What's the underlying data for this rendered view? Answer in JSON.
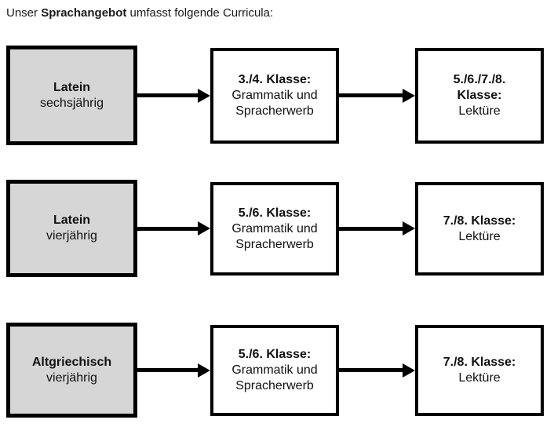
{
  "title": {
    "prefix": "Unser ",
    "emphasis": "Sprachangebot",
    "suffix": " umfasst folgende Curricula:"
  },
  "colors": {
    "background": "#ffffff",
    "source_box_fill": "#d6d6d6",
    "stage_box_fill": "#ffffff",
    "border": "#000000",
    "text": "#111111"
  },
  "rows": [
    {
      "source": {
        "bold": "Latein",
        "regular": "sechsjährig"
      },
      "stage1": {
        "bold": "3./4. Klasse:",
        "line1": "Grammatik und",
        "line2": "Spracherwerb"
      },
      "stage2": {
        "bold1": "5./6./7./8.",
        "bold2": "Klasse:",
        "regular": "Lektüre"
      }
    },
    {
      "source": {
        "bold": "Latein",
        "regular": "vierjährig"
      },
      "stage1": {
        "bold": "5./6. Klasse:",
        "line1": "Grammatik und",
        "line2": "Spracherwerb"
      },
      "stage2": {
        "bold1": "7./8. Klasse:",
        "regular": "Lektüre"
      }
    },
    {
      "source": {
        "bold": "Altgriechisch",
        "regular": "vierjährig"
      },
      "stage1": {
        "bold": "5./6. Klasse:",
        "line1": "Grammatik und",
        "line2": "Spracherwerb"
      },
      "stage2": {
        "bold1": "7./8. Klasse:",
        "regular": "Lektüre"
      }
    }
  ]
}
